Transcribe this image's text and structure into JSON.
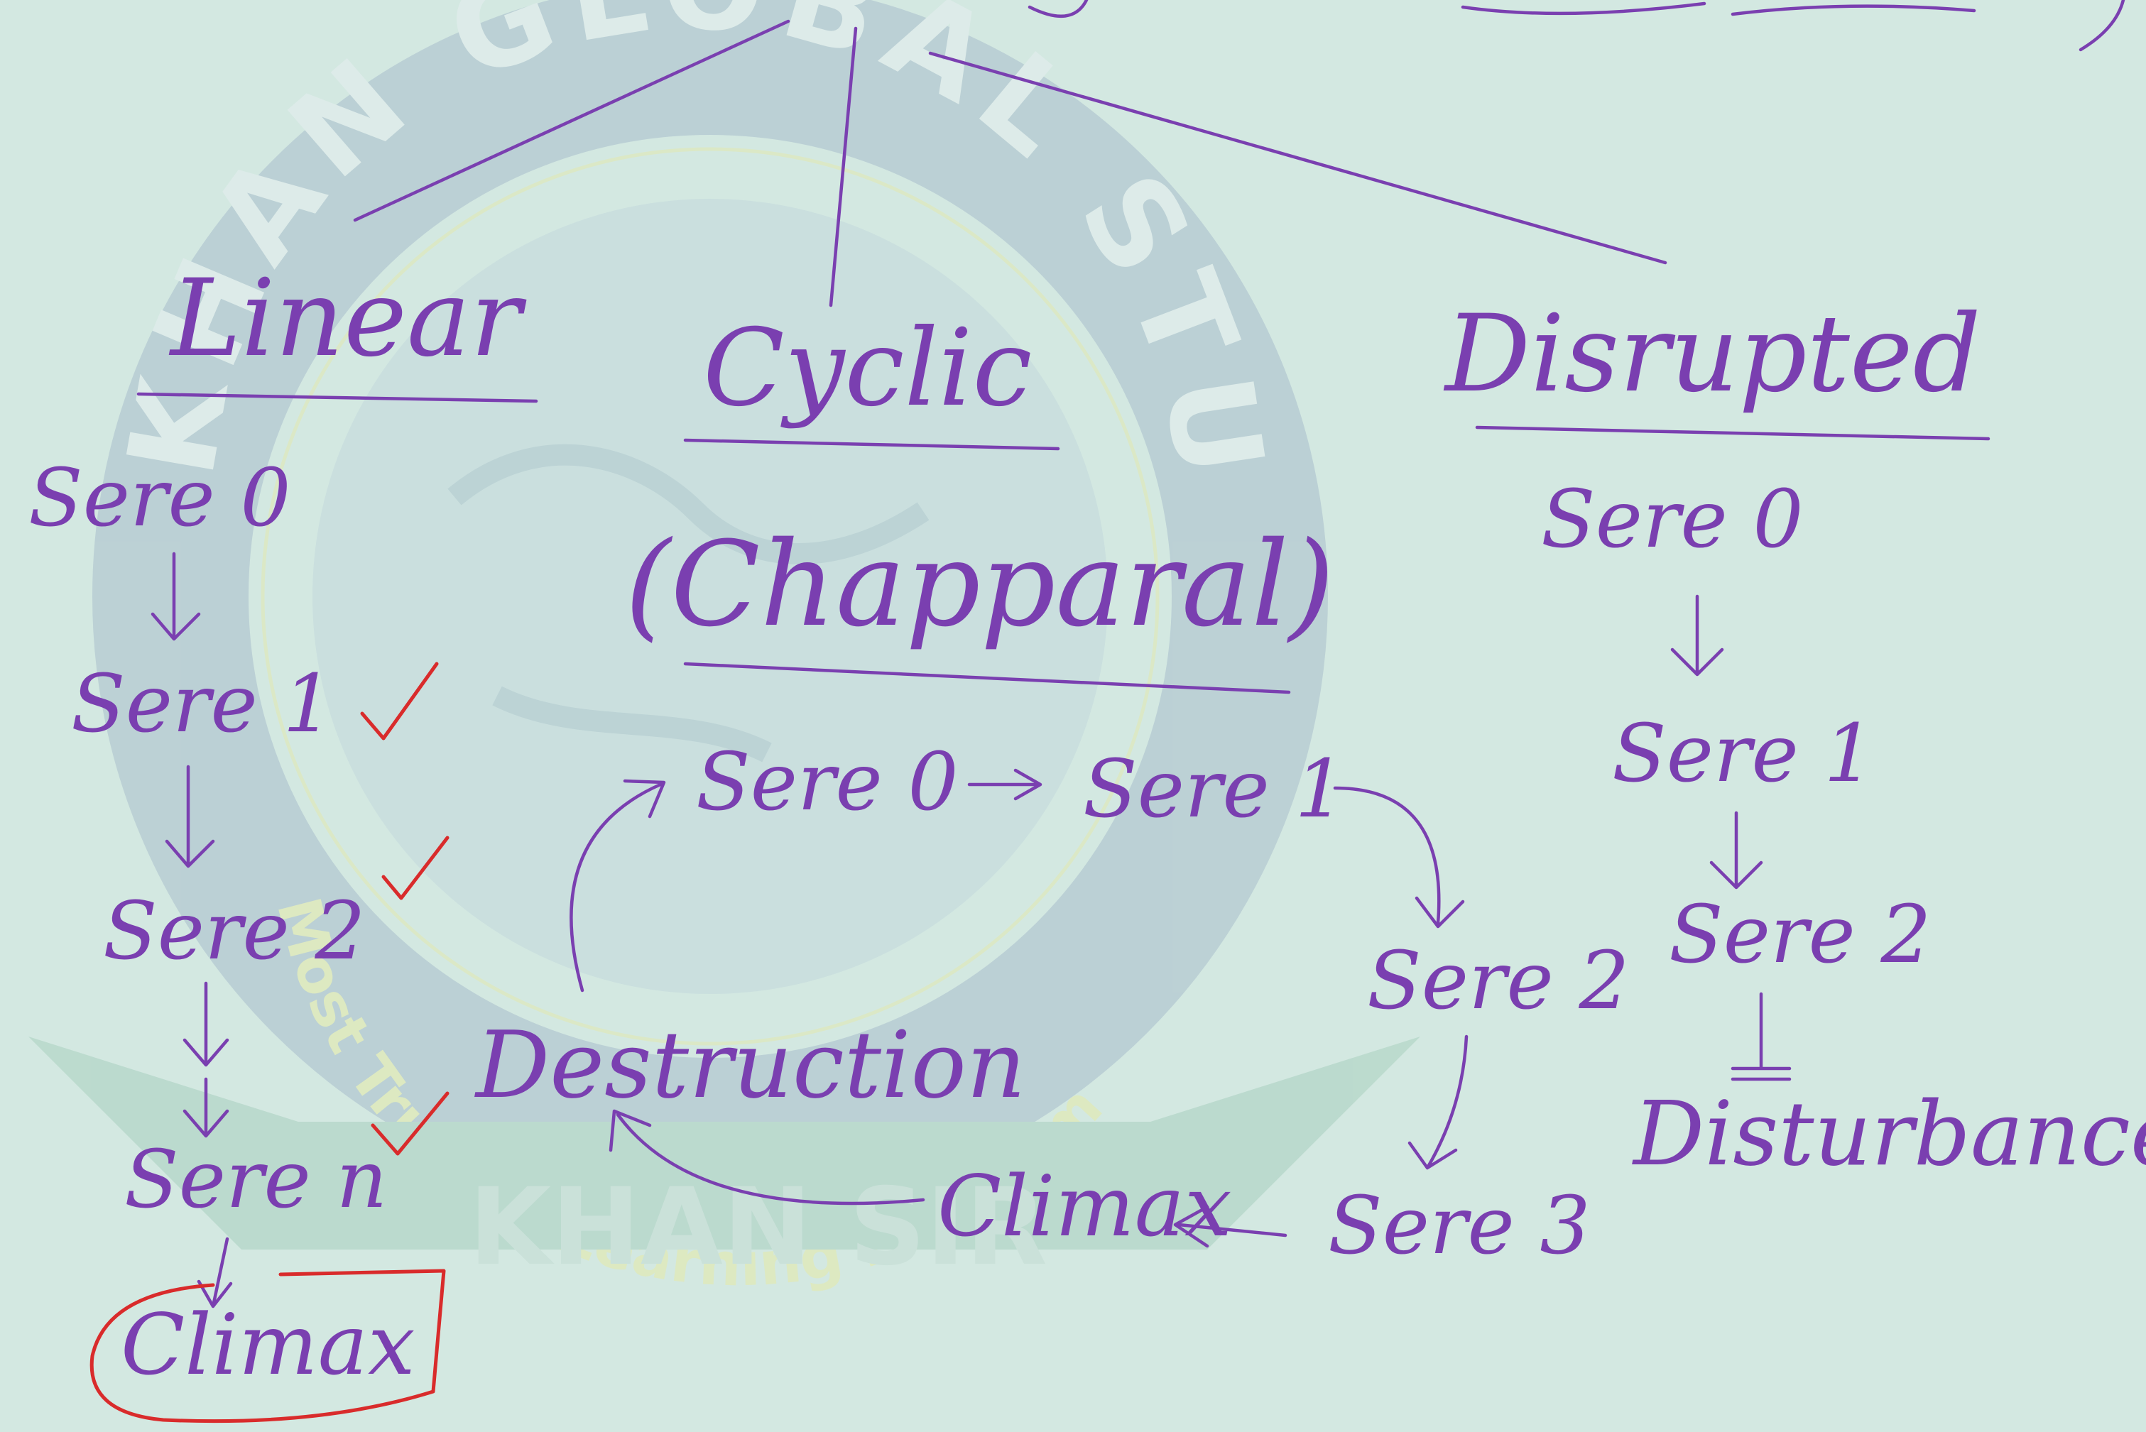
{
  "colors": {
    "board": "#d3e8e1",
    "ink": "#7a3fb0",
    "tick": "#d92b2b",
    "watermark": "#8fa7b8"
  },
  "watermark": {
    "ring_text": "KHAN GLOBAL STUDIES",
    "tagline": "Most Trusted Learning Platform",
    "banner": "KHAN SIR"
  },
  "branches": {
    "linear": {
      "title": "Linear",
      "steps": [
        "Sere 0",
        "Sere 1",
        "Sere 2",
        "Sere n"
      ],
      "end": "Climax"
    },
    "cyclic": {
      "title": "Cyclic",
      "subtitle": "(Chapparal)",
      "steps": [
        "Sere 0",
        "Sere 1",
        "Sere 2",
        "Sere 3"
      ],
      "climax": "Climax",
      "destruction": "Destruction"
    },
    "disrupted": {
      "title": "Disrupted",
      "steps": [
        "Sere 0",
        "Sere 1",
        "Sere 2"
      ],
      "end": "Disturbance"
    }
  }
}
